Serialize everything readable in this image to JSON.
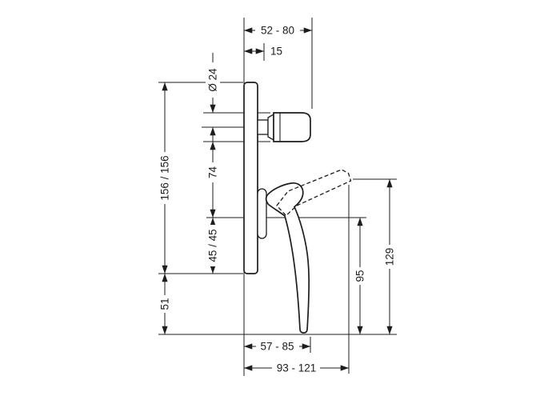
{
  "page": {
    "background": "#ffffff",
    "line_color": "#1d1d1b"
  },
  "drawing": {
    "type": "technical-dimension-drawing",
    "dimensions": {
      "install_depth_range": "52 - 80",
      "plate_offset": "15",
      "spout_diameter": "Ø 24",
      "plate_height": "156 / 156",
      "spout_to_handle_axis": "74",
      "handle_axis_spacing": "45 / 45",
      "below_plate": "51",
      "handle_drop": "95",
      "total_drop": "129",
      "handle_depth_range": "57 - 85",
      "max_depth_range": "93 - 121"
    }
  }
}
